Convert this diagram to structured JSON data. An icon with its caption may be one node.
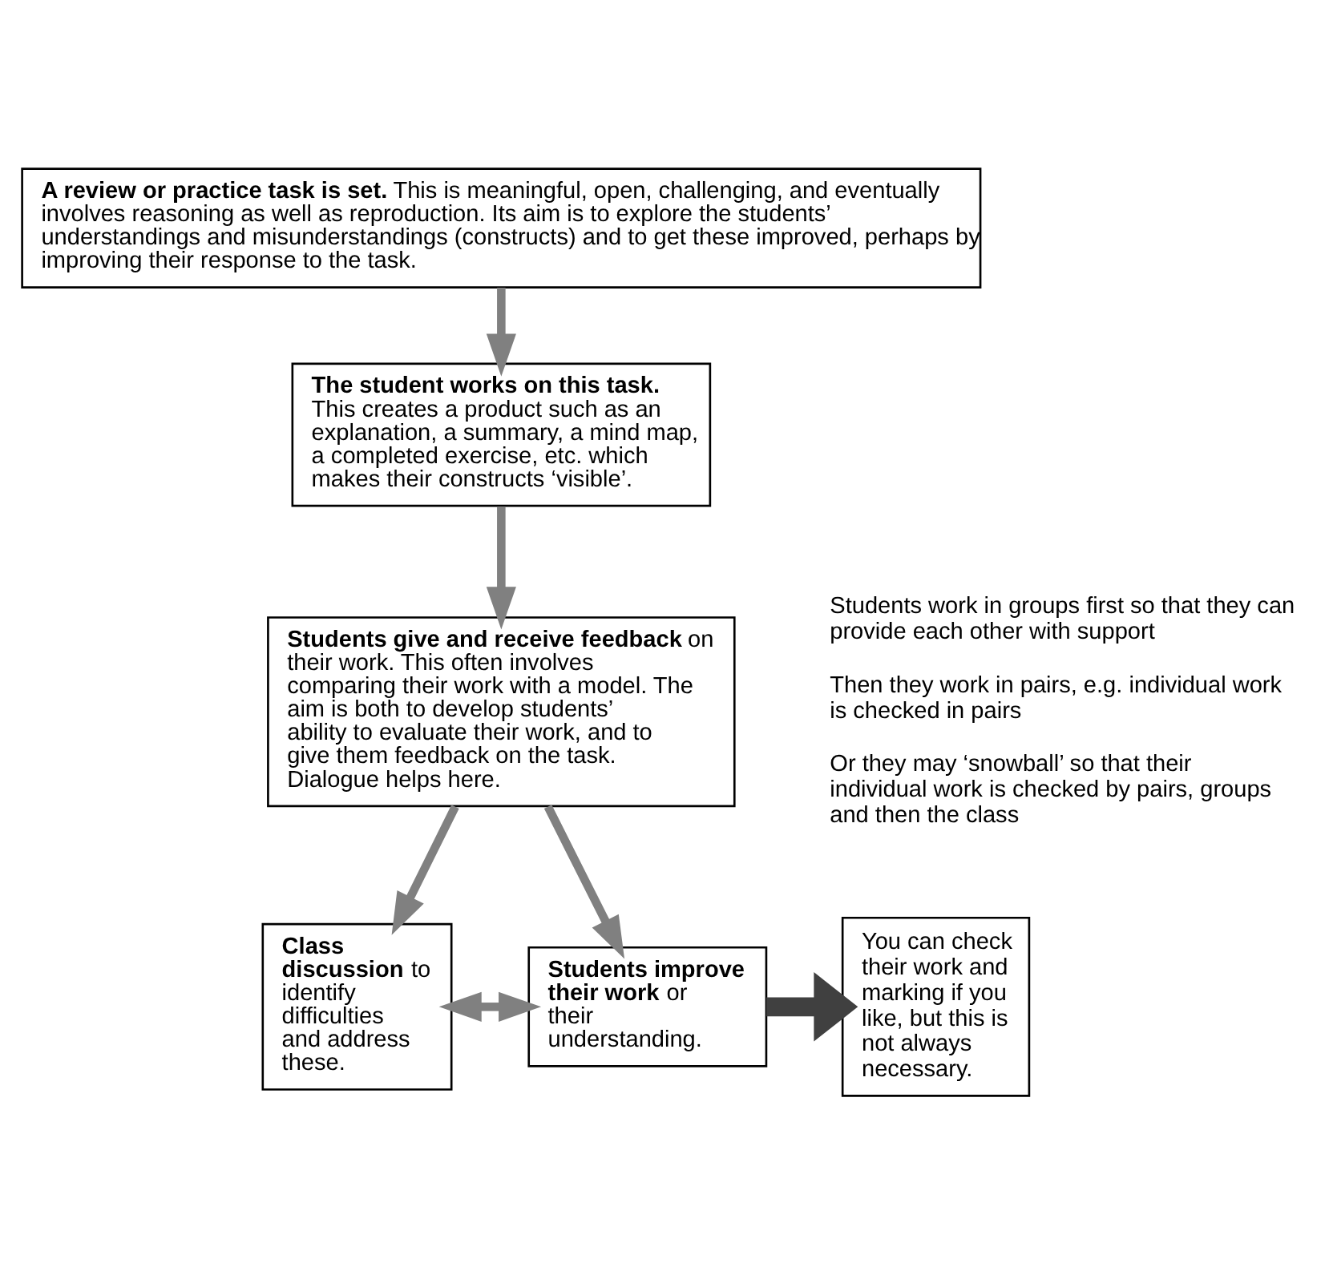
{
  "diagram": {
    "nodes": [
      {
        "text": [
          "**A review or practice task is set.** This is meaningful, open, challenging, and eventually involves reasoning as well as reproduction. Its aim is to explore the students’ understandings and misunderstandings (constructs) and to get these improved, perhaps by improving their response to the task."
        ]
      },
      {
        "text": [
          "The student works on this task.",
          "This creates a product such as an explanation, a summary, a mind map, a completed exercise, etc. which makes their constructs ‘visible’."
        ]
      },
      {
        "text": [
          "**Students give and receive feedback** on their work. This often involves comparing their work with a model. The aim is both to develop students’ ability to evaluate their work, and to give them feedback on the task. Dialogue helps here."
        ]
      },
      {
        "text": [
          "**Class discussion** to identify difficulties and address these."
        ]
      },
      {
        "text": [
          "**Students improve their work** or their understanding."
        ]
      },
      {
        "text": [
          "You can check their work and marking if you like, but this is not always necessary."
        ]
      }
    ],
    "edges": [
      {
        "from": 0,
        "to": 1,
        "arrow": "to"
      },
      {
        "from": 1,
        "to": 2,
        "arrow": "to"
      },
      {
        "from": 2,
        "to": 3,
        "arrow": "to"
      },
      {
        "from": 2,
        "to": 4,
        "arrow": "to"
      },
      {
        "from": 3,
        "to": 4,
        "arrow": "both"
      },
      {
        "from": 4,
        "to": 5,
        "arrow": "to",
        "style": "thick"
      }
    ],
    "labels": [
      "Students work in groups first so that they can provide each other with support",
      "Then they work in pairs, e.g. individual work is checked in pairs",
      "Or they may ‘snowball’ so that their individual work is checked by pairs, groups and then the class"
    ]
  }
}
